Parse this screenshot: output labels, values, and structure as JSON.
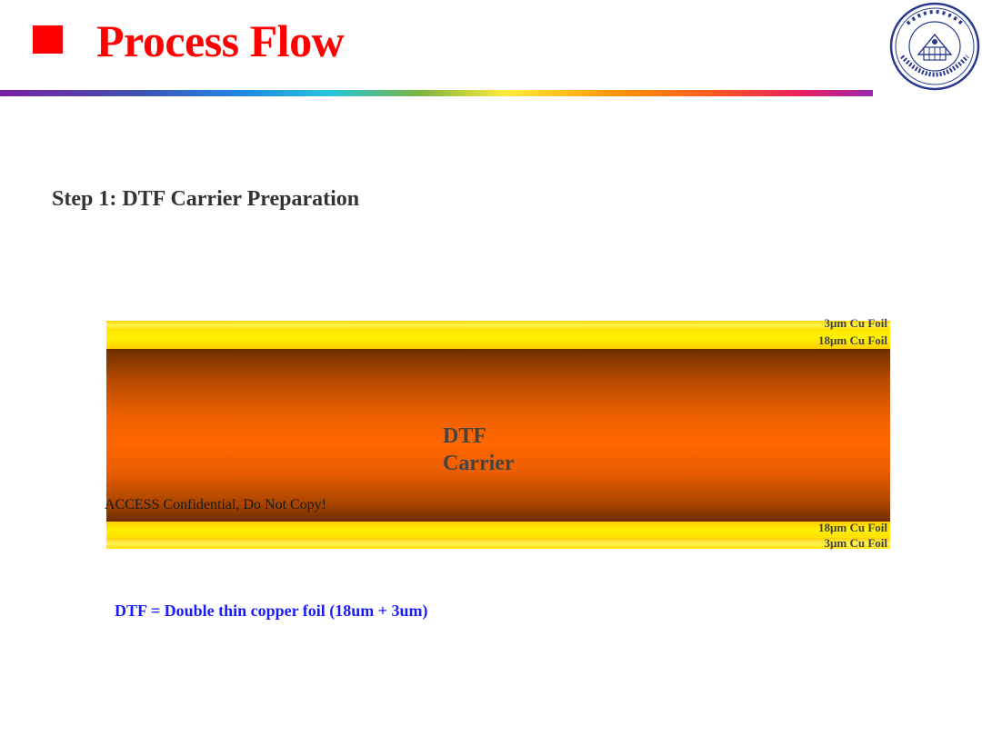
{
  "slide": {
    "title": "Process Flow",
    "colors": {
      "title": "#ff0000",
      "bullet": "#ff0000",
      "definition": "#1a1aff"
    },
    "logo": {
      "name": "university-seal-icon",
      "text": "UNIVERSITAS AMOIENSIS"
    }
  },
  "step": {
    "heading": "Step 1: DTF Carrier Preparation"
  },
  "diagram": {
    "layers": {
      "top_3um": "3μm Cu Foil",
      "top_18um": "18μm Cu Foil",
      "carrier_line1": "DTF",
      "carrier_line2": "Carrier",
      "bottom_18um": "18μm Cu Foil",
      "bottom_3um": "3μm Cu Foil"
    },
    "layer_colors": {
      "foil": "#fff200",
      "carrier": "#ff6600"
    },
    "watermark": "ACCESS Confidential, Do Not Copy!"
  },
  "definition": "DTF = Double thin copper foil (18um + 3um)"
}
